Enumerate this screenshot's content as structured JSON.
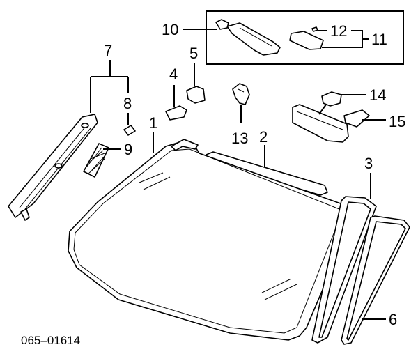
{
  "diagram": {
    "code": "065–01614",
    "callouts": [
      {
        "id": "1",
        "text": "1"
      },
      {
        "id": "2",
        "text": "2"
      },
      {
        "id": "3",
        "text": "3"
      },
      {
        "id": "4",
        "text": "4"
      },
      {
        "id": "5",
        "text": "5"
      },
      {
        "id": "6",
        "text": "6"
      },
      {
        "id": "7",
        "text": "7"
      },
      {
        "id": "8",
        "text": "8"
      },
      {
        "id": "9",
        "text": "9"
      },
      {
        "id": "10",
        "text": "10"
      },
      {
        "id": "11",
        "text": "11"
      },
      {
        "id": "12",
        "text": "12"
      },
      {
        "id": "13",
        "text": "13"
      },
      {
        "id": "14",
        "text": "14"
      },
      {
        "id": "15",
        "text": "15"
      }
    ]
  }
}
